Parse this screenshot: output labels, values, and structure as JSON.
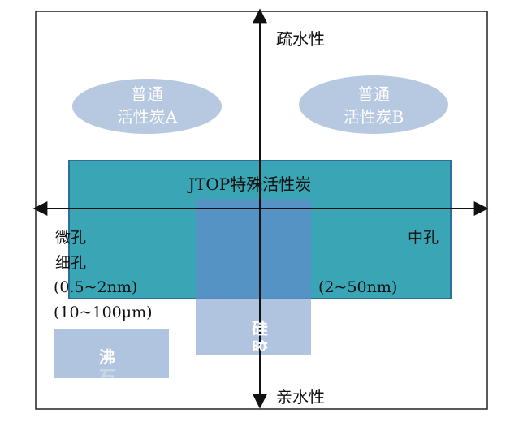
{
  "axis": {
    "top_label": "疏水性",
    "bottom_label": "亲水性"
  },
  "blobs": [
    {
      "line1": "普通",
      "line2": "活性炭A"
    },
    {
      "line1": "普通",
      "line2": "活性炭B"
    }
  ],
  "main_box": {
    "title": "JTOP特殊活性炭"
  },
  "left_labels": {
    "line1": "微孔",
    "line2": "细孔",
    "line3": "(0.5~2nm)",
    "line4": "(10~100μm)"
  },
  "right_labels": {
    "line1": "中孔",
    "line2": "(2~50nm)"
  },
  "silica": {
    "line1": "硅",
    "line2": "胶"
  },
  "zeolite": {
    "line1": "沸",
    "line2": "石"
  },
  "colors": {
    "main_box_fill": "#3aa6b5",
    "main_box_stroke": "#2b6f9a",
    "blob_fill": "#b7c9e0",
    "inner_square": "#5b8fc7",
    "silica_fill": "#b0c4e0",
    "zeolite_fill": "#b0c4e0"
  }
}
